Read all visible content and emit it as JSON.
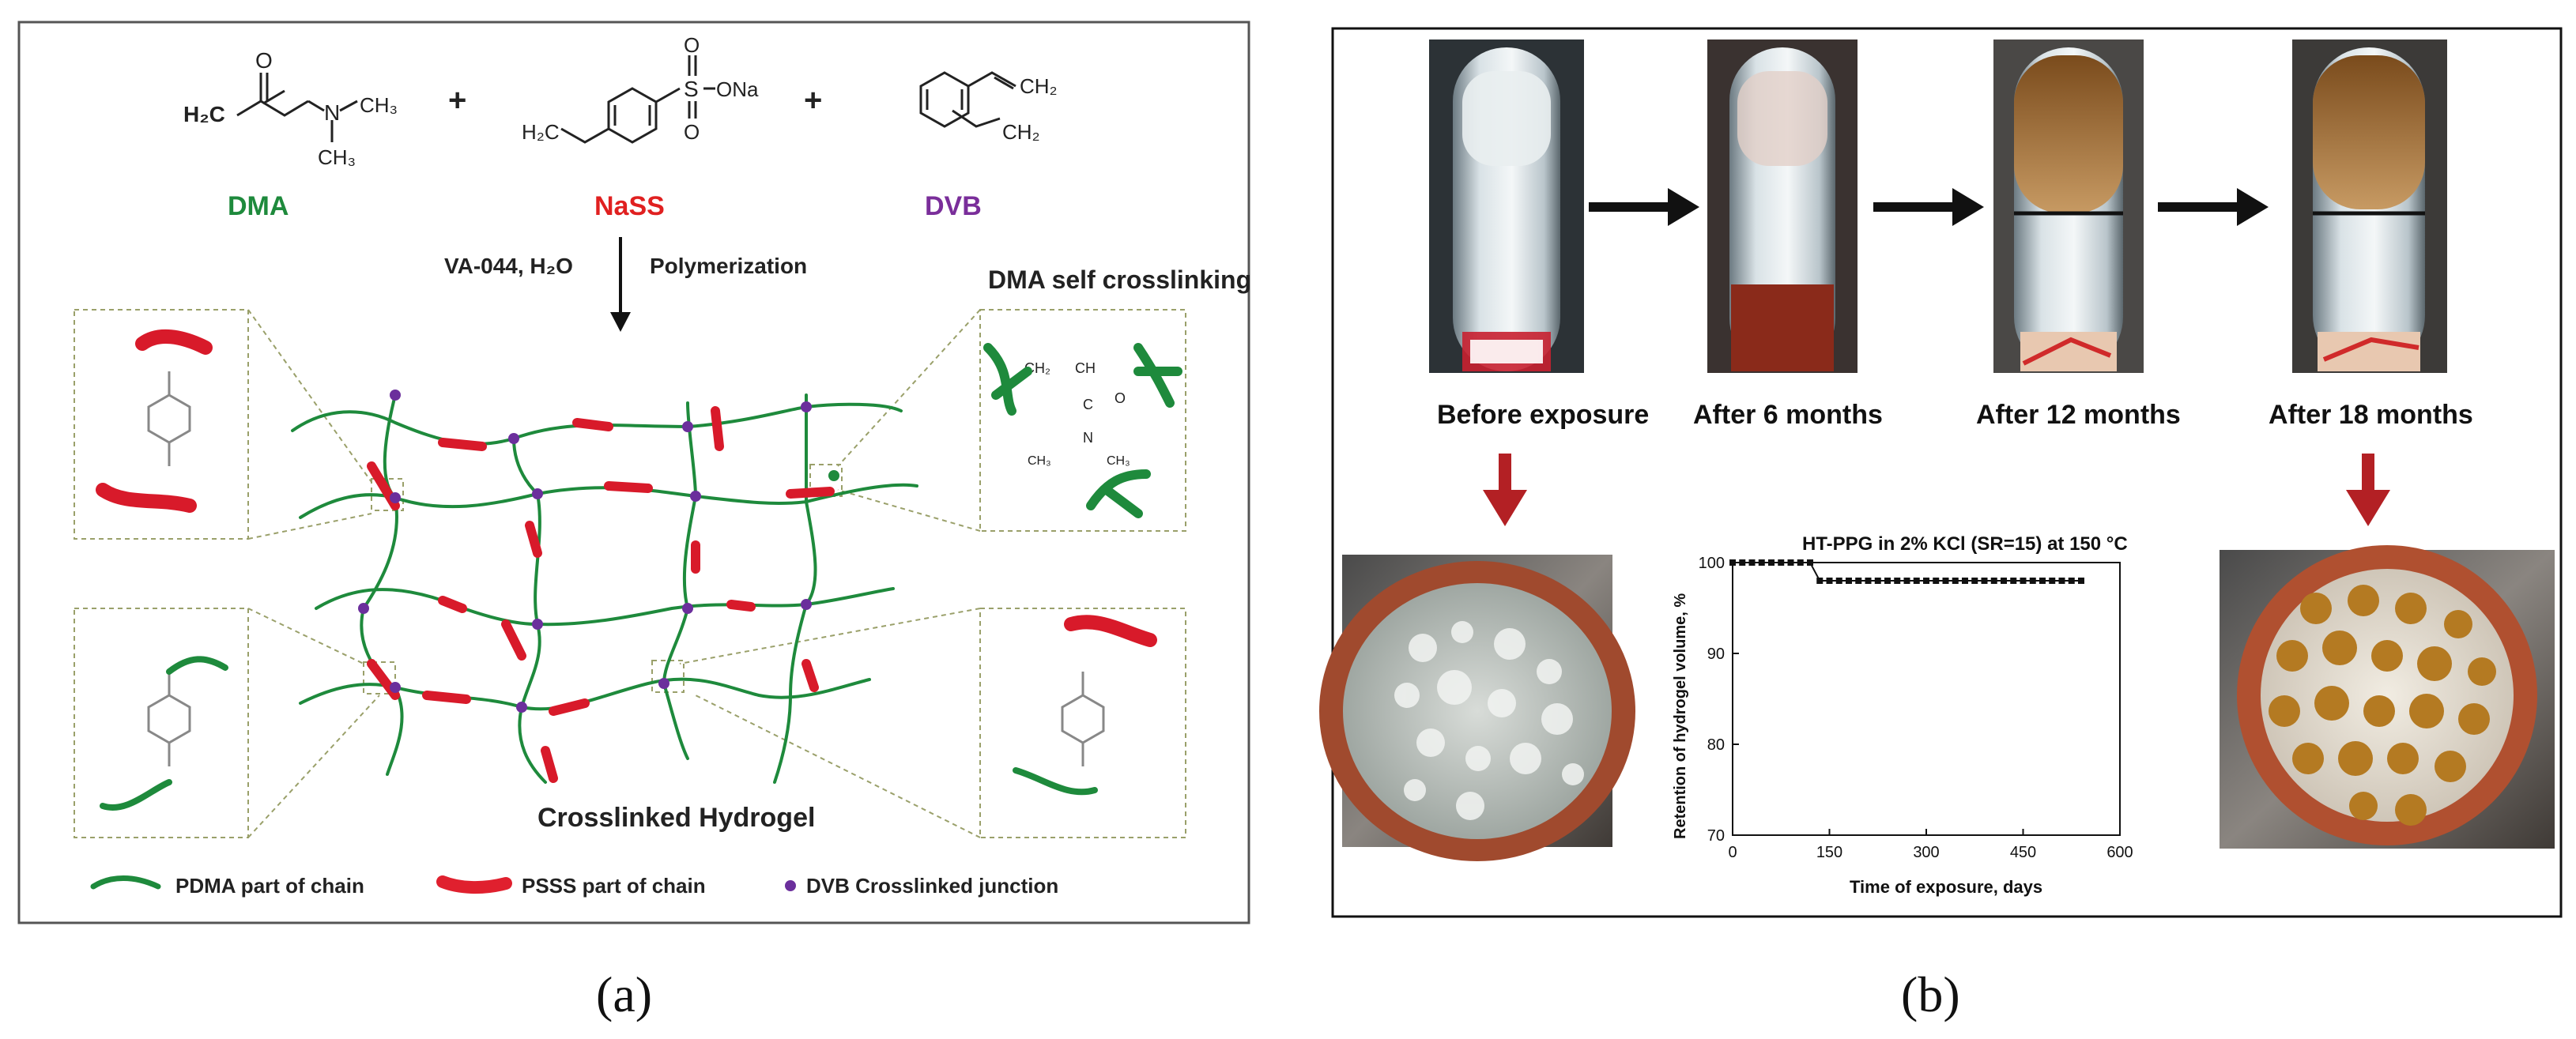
{
  "panel_a": {
    "caption": "(a)",
    "monomers": [
      {
        "name": "DMA",
        "color": "#1e8a3c"
      },
      {
        "name": "NaSS",
        "color": "#e02020"
      },
      {
        "name": "DVB",
        "color": "#7a2e9a"
      }
    ],
    "chem": {
      "h2c": "H₂C",
      "ch3": "CH₃",
      "n": "N",
      "o": "O",
      "ona": "ONa",
      "s": "S",
      "ch2": "CH₂",
      "ch": "CH",
      "c": "C",
      "plus": "+"
    },
    "reaction_conditions": "VA-044, H₂O",
    "reaction_type": "Polymerization",
    "self_crosslinking_label": "DMA self crosslinking",
    "hydrogel_label": "Crosslinked Hydrogel",
    "legend": [
      {
        "label": "PDMA part of chain",
        "color": "#1e8a3c"
      },
      {
        "label": "PSSS part of chain",
        "color": "#e0202e"
      },
      {
        "label": "DVB Crosslinked junction",
        "color": "#6b2f9c"
      }
    ]
  },
  "panel_b": {
    "caption": "(b)",
    "stages": [
      "Before exposure",
      "After 6 months",
      "After 12 months",
      "After 18 months"
    ],
    "chart_data": {
      "type": "scatter",
      "title": "HT-PPG in 2% KCl (SR=15) at 150 °C",
      "xlabel": "Time of exposure, days",
      "ylabel": "Retention of hydrogel volume, %",
      "xlim": [
        0,
        600
      ],
      "ylim": [
        70,
        100
      ],
      "xticks": [
        0,
        150,
        300,
        450,
        600
      ],
      "yticks": [
        70,
        80,
        90,
        100
      ],
      "x": [
        0,
        15,
        30,
        45,
        60,
        75,
        90,
        105,
        120,
        135,
        150,
        165,
        180,
        195,
        210,
        225,
        240,
        255,
        270,
        285,
        300,
        315,
        330,
        345,
        360,
        375,
        390,
        405,
        420,
        435,
        450,
        465,
        480,
        495,
        510,
        525,
        540
      ],
      "y": [
        100,
        100,
        100,
        100,
        100,
        100,
        100,
        100,
        100,
        98,
        98,
        98,
        98,
        98,
        98,
        98,
        98,
        98,
        98,
        98,
        98,
        98,
        98,
        98,
        98,
        98,
        98,
        98,
        98,
        98,
        98,
        98,
        98,
        98,
        98,
        98,
        98
      ]
    }
  }
}
